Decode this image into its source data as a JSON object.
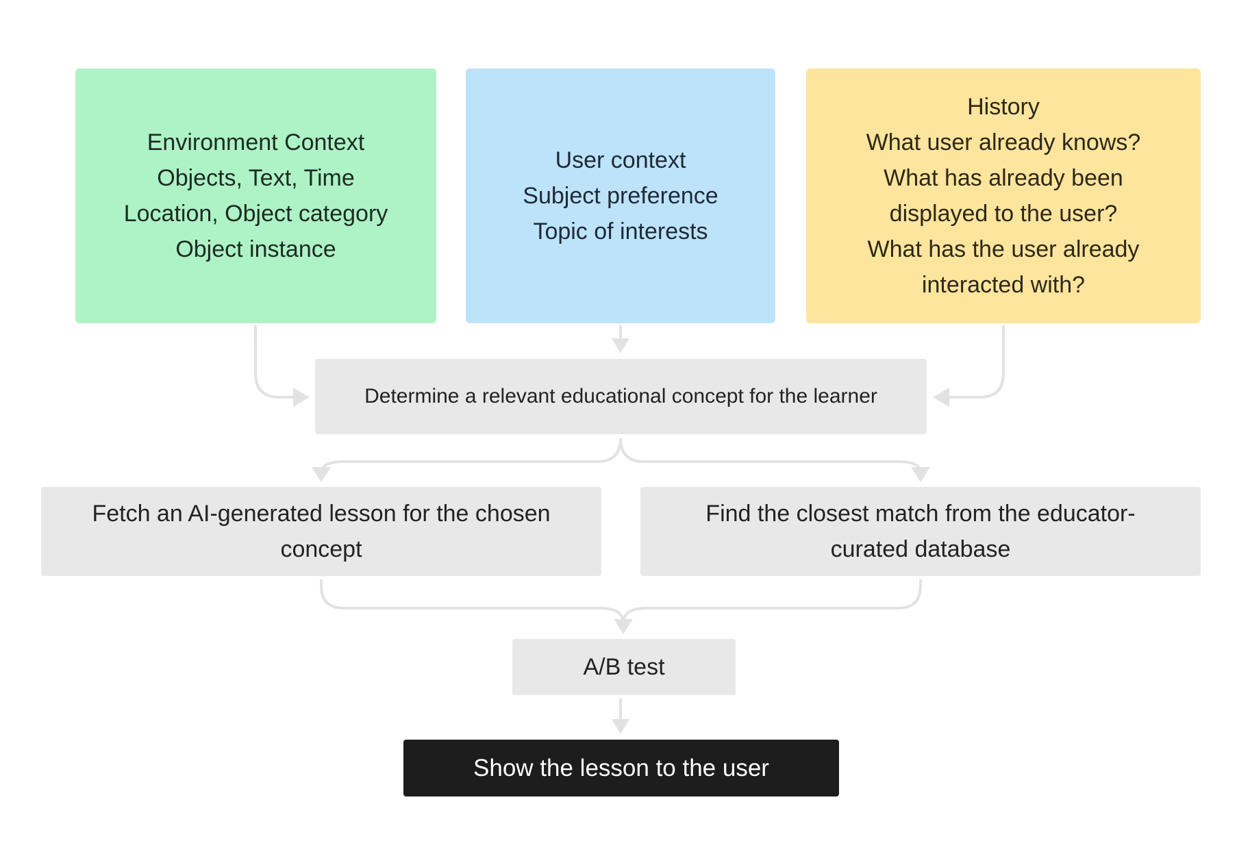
{
  "diagram": {
    "environment_box": {
      "lines": [
        "Environment Context",
        "Objects, Text, Time",
        "Location, Object category",
        "Object instance"
      ]
    },
    "user_box": {
      "lines": [
        "User context",
        "Subject preference",
        "Topic of interests"
      ]
    },
    "history_box": {
      "lines": [
        "History",
        "What user already knows?",
        "What has already been",
        "displayed to the user?",
        "What has the user already",
        "interacted with?"
      ]
    },
    "determine_box": {
      "text": "Determine a relevant educational concept for the learner"
    },
    "fetch_box": {
      "lines": [
        "Fetch an AI-generated lesson for the chosen",
        "concept"
      ]
    },
    "find_box": {
      "lines": [
        "Find the closest match from the educator-",
        "curated database"
      ]
    },
    "ab_box": {
      "text": "A/B test"
    },
    "show_box": {
      "text": "Show the lesson to the user"
    },
    "colors": {
      "environment": "#aef3c6",
      "user": "#bde3fb",
      "history": "#fde59d",
      "process": "#e8e8e8",
      "final": "#1d1d1d",
      "connector": "#e2e2e2"
    }
  }
}
